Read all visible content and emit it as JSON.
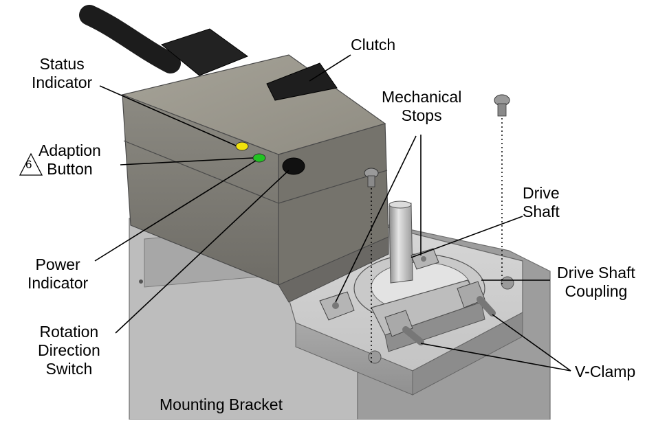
{
  "figure": {
    "labels": {
      "clutch": "Clutch",
      "status_indicator": [
        "Status",
        "Indicator"
      ],
      "adaption_button": [
        "Adaption",
        "Button"
      ],
      "adaption_callout_number": "6",
      "power_indicator": [
        "Power",
        "Indicator"
      ],
      "rotation_direction_switch": [
        "Rotation",
        "Direction",
        "Switch"
      ],
      "mechanical_stops": [
        "Mechanical",
        "Stops"
      ],
      "drive_shaft": [
        "Drive",
        "Shaft"
      ],
      "drive_shaft_coupling": [
        "Drive Shaft",
        "Coupling"
      ],
      "v_clamp": "V-Clamp",
      "mounting_bracket": "Mounting Bracket"
    },
    "colors": {
      "status_led": "#f2e30c",
      "power_led": "#22c322",
      "housing": "#9e9b92",
      "bracket": "#c9c9c9",
      "cable": "#222222"
    }
  }
}
